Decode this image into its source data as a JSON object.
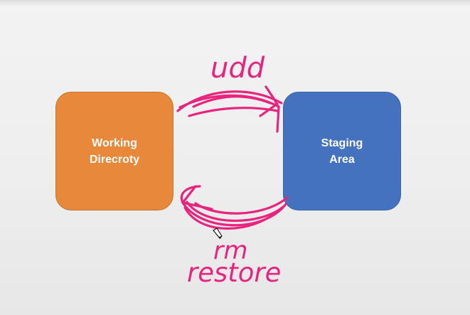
{
  "diagram": {
    "working_box": {
      "label": "Working\nDirecroty",
      "color": "#e8883a"
    },
    "staging_box": {
      "label": "Staging\nArea",
      "color": "#4572bf"
    },
    "annotations": {
      "top": "udd",
      "bottom_1": "rm",
      "bottom_2": "restore",
      "ink_color": "#e8247f"
    }
  }
}
